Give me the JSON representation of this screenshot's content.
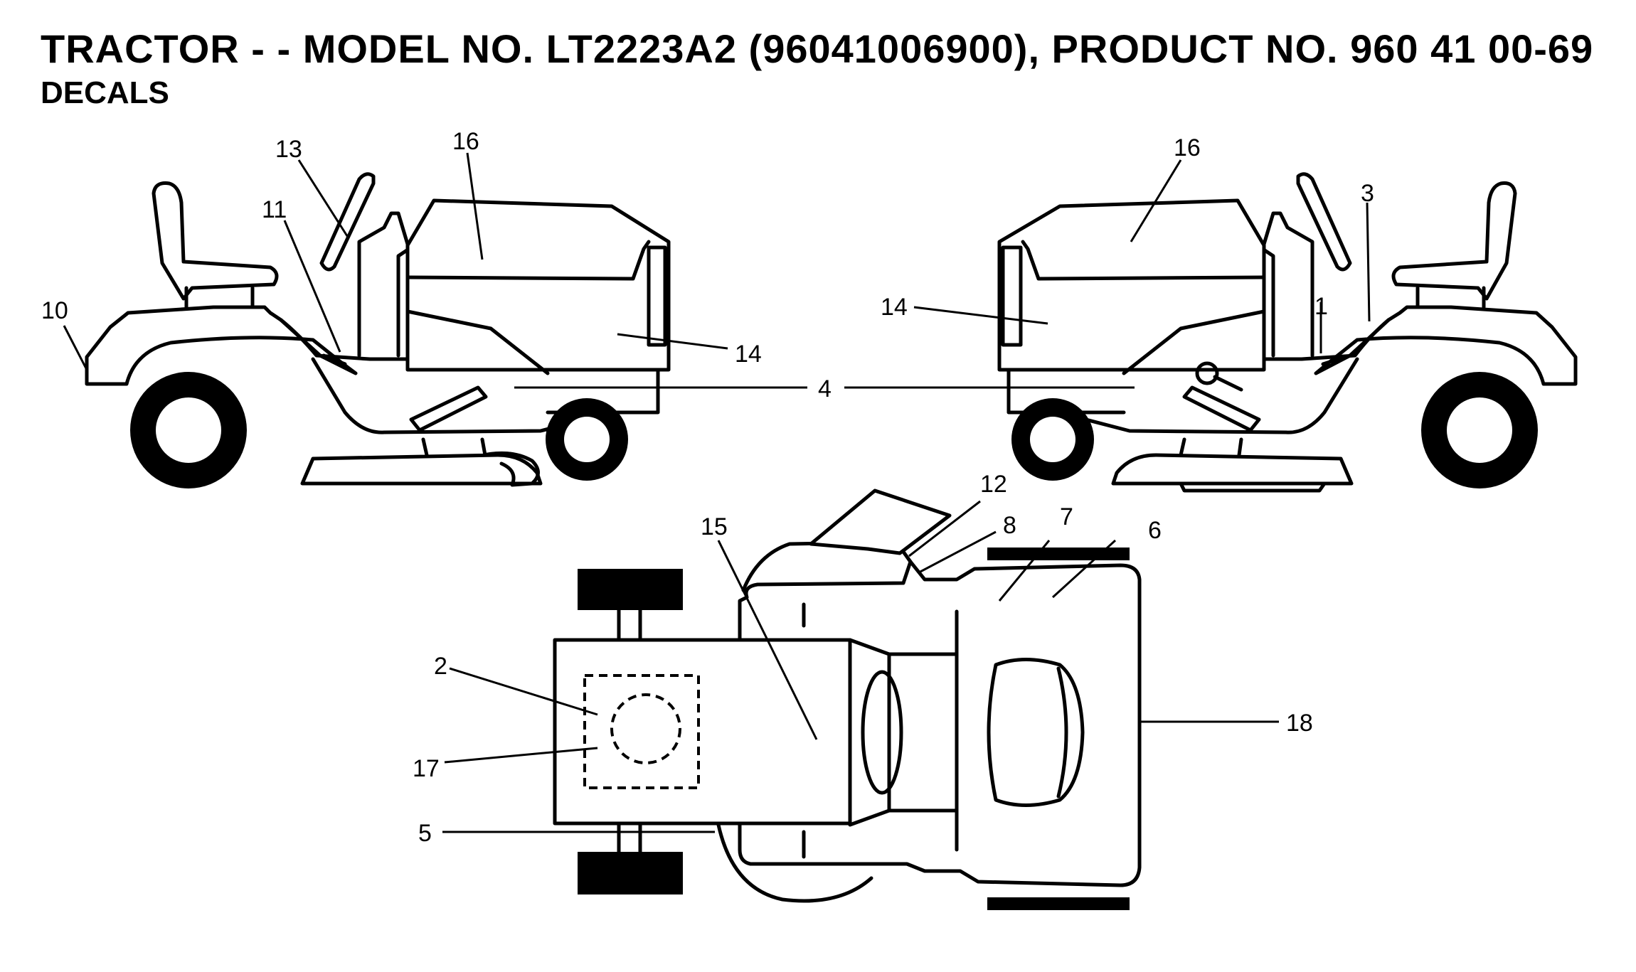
{
  "header": {
    "title": "TRACTOR - - MODEL NO. LT2223A2 (96041006900), PRODUCT NO. 960 41 00-69",
    "subtitle": "DECALS"
  },
  "callouts": {
    "c1": "1",
    "c2": "2",
    "c3": "3",
    "c4": "4",
    "c5": "5",
    "c6": "6",
    "c7": "7",
    "c8": "8",
    "c10": "10",
    "c11": "11",
    "c12": "12",
    "c13": "13",
    "c14a": "14",
    "c14b": "14",
    "c15": "15",
    "c16a": "16",
    "c16b": "16",
    "c17": "17",
    "c18": "18"
  }
}
